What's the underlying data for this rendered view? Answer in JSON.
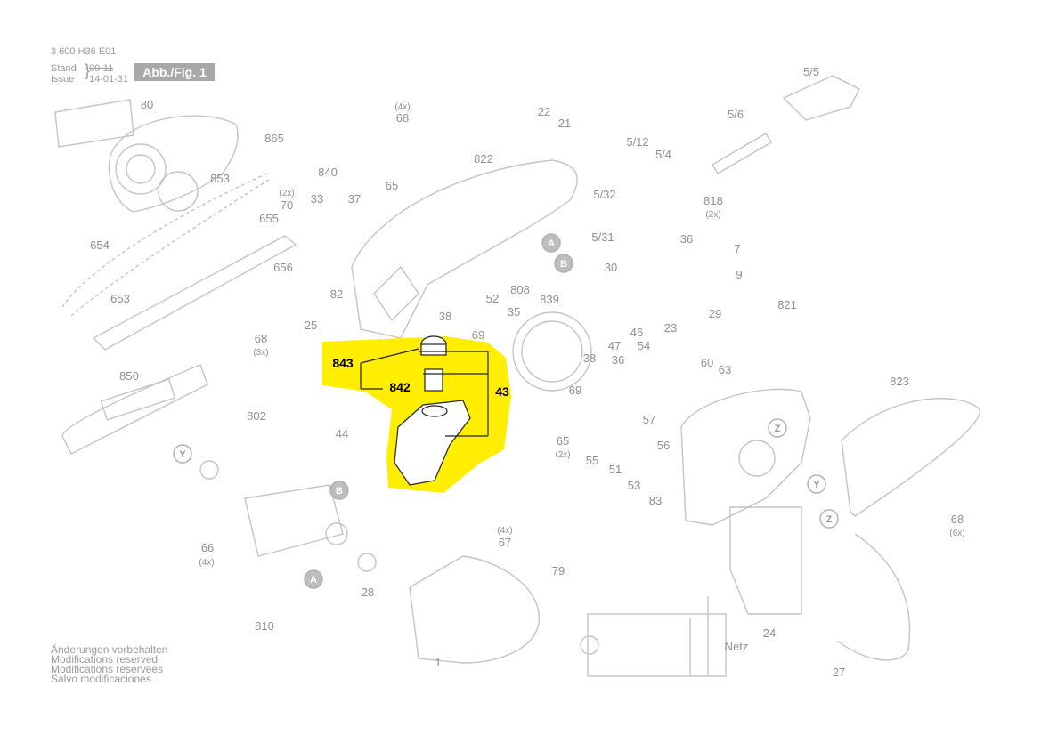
{
  "header": {
    "doc_number": "3 600 H36 E01",
    "stand_label": "Stand",
    "issue_label": "Issue",
    "stand_date": "09-11",
    "issue_date": "14-01-31",
    "figure_badge": "Abb./Fig. 1"
  },
  "footer_notes": [
    "Änderungen vorbehalten",
    "Modifications reserved",
    "Modifications reservees",
    "Salvo modificaciones"
  ],
  "highlight": {
    "color": "#ffee00",
    "parts": [
      "843",
      "842",
      "43"
    ]
  },
  "part_labels": [
    {
      "id": "80",
      "text": "80"
    },
    {
      "id": "865",
      "text": "865"
    },
    {
      "id": "853",
      "text": "853"
    },
    {
      "id": "655",
      "text": "655"
    },
    {
      "id": "654",
      "text": "654"
    },
    {
      "id": "653",
      "text": "653"
    },
    {
      "id": "656",
      "text": "656"
    },
    {
      "id": "70",
      "text": "70"
    },
    {
      "id": "70q",
      "text": "(2x)"
    },
    {
      "id": "840",
      "text": "840"
    },
    {
      "id": "33",
      "text": "33"
    },
    {
      "id": "37",
      "text": "37"
    },
    {
      "id": "65a",
      "text": "65"
    },
    {
      "id": "68a",
      "text": "68"
    },
    {
      "id": "68aq",
      "text": "(4x)"
    },
    {
      "id": "22",
      "text": "22"
    },
    {
      "id": "21",
      "text": "21"
    },
    {
      "id": "822",
      "text": "822"
    },
    {
      "id": "5_12",
      "text": "5/12"
    },
    {
      "id": "5_4",
      "text": "5/4"
    },
    {
      "id": "5_6",
      "text": "5/6"
    },
    {
      "id": "5_5",
      "text": "5/5"
    },
    {
      "id": "818",
      "text": "818"
    },
    {
      "id": "818q",
      "text": "(2x)"
    },
    {
      "id": "5_32",
      "text": "5/32"
    },
    {
      "id": "5_31",
      "text": "5/31"
    },
    {
      "id": "36a",
      "text": "36"
    },
    {
      "id": "7",
      "text": "7"
    },
    {
      "id": "9",
      "text": "9"
    },
    {
      "id": "30",
      "text": "30"
    },
    {
      "id": "29",
      "text": "29"
    },
    {
      "id": "23",
      "text": "23"
    },
    {
      "id": "821",
      "text": "821"
    },
    {
      "id": "82",
      "text": "82"
    },
    {
      "id": "25",
      "text": "25"
    },
    {
      "id": "68b",
      "text": "68"
    },
    {
      "id": "68bq",
      "text": "(3x)"
    },
    {
      "id": "38a",
      "text": "38"
    },
    {
      "id": "52",
      "text": "52"
    },
    {
      "id": "35",
      "text": "35"
    },
    {
      "id": "808",
      "text": "808"
    },
    {
      "id": "839",
      "text": "839"
    },
    {
      "id": "69a",
      "text": "69"
    },
    {
      "id": "843",
      "text": "843"
    },
    {
      "id": "842",
      "text": "842"
    },
    {
      "id": "43",
      "text": "43"
    },
    {
      "id": "44",
      "text": "44"
    },
    {
      "id": "47",
      "text": "47"
    },
    {
      "id": "46",
      "text": "46"
    },
    {
      "id": "54",
      "text": "54"
    },
    {
      "id": "38b",
      "text": "38"
    },
    {
      "id": "36b",
      "text": "36"
    },
    {
      "id": "69b",
      "text": "69"
    },
    {
      "id": "60",
      "text": "60"
    },
    {
      "id": "63",
      "text": "63"
    },
    {
      "id": "823",
      "text": "823"
    },
    {
      "id": "850",
      "text": "850"
    },
    {
      "id": "802",
      "text": "802"
    },
    {
      "id": "65b",
      "text": "65"
    },
    {
      "id": "65bq",
      "text": "(2x)"
    },
    {
      "id": "55",
      "text": "55"
    },
    {
      "id": "51",
      "text": "51"
    },
    {
      "id": "57",
      "text": "57"
    },
    {
      "id": "56",
      "text": "56"
    },
    {
      "id": "53",
      "text": "53"
    },
    {
      "id": "83",
      "text": "83"
    },
    {
      "id": "68c",
      "text": "68"
    },
    {
      "id": "68cq",
      "text": "(6x)"
    },
    {
      "id": "66",
      "text": "66"
    },
    {
      "id": "66q",
      "text": "(4x)"
    },
    {
      "id": "67",
      "text": "67"
    },
    {
      "id": "67q",
      "text": "(4x)"
    },
    {
      "id": "28",
      "text": "28"
    },
    {
      "id": "79",
      "text": "79"
    },
    {
      "id": "810",
      "text": "810"
    },
    {
      "id": "1",
      "text": "1"
    },
    {
      "id": "24",
      "text": "24"
    },
    {
      "id": "27",
      "text": "27"
    },
    {
      "id": "netz",
      "text": "Netz"
    }
  ],
  "markers": [
    {
      "id": "A1",
      "text": "A"
    },
    {
      "id": "B1",
      "text": "B"
    },
    {
      "id": "Y1",
      "text": "Y"
    },
    {
      "id": "B2",
      "text": "B"
    },
    {
      "id": "A2",
      "text": "A"
    },
    {
      "id": "Z1",
      "text": "Z"
    },
    {
      "id": "Y2",
      "text": "Y"
    },
    {
      "id": "Z2",
      "text": "Z"
    }
  ]
}
